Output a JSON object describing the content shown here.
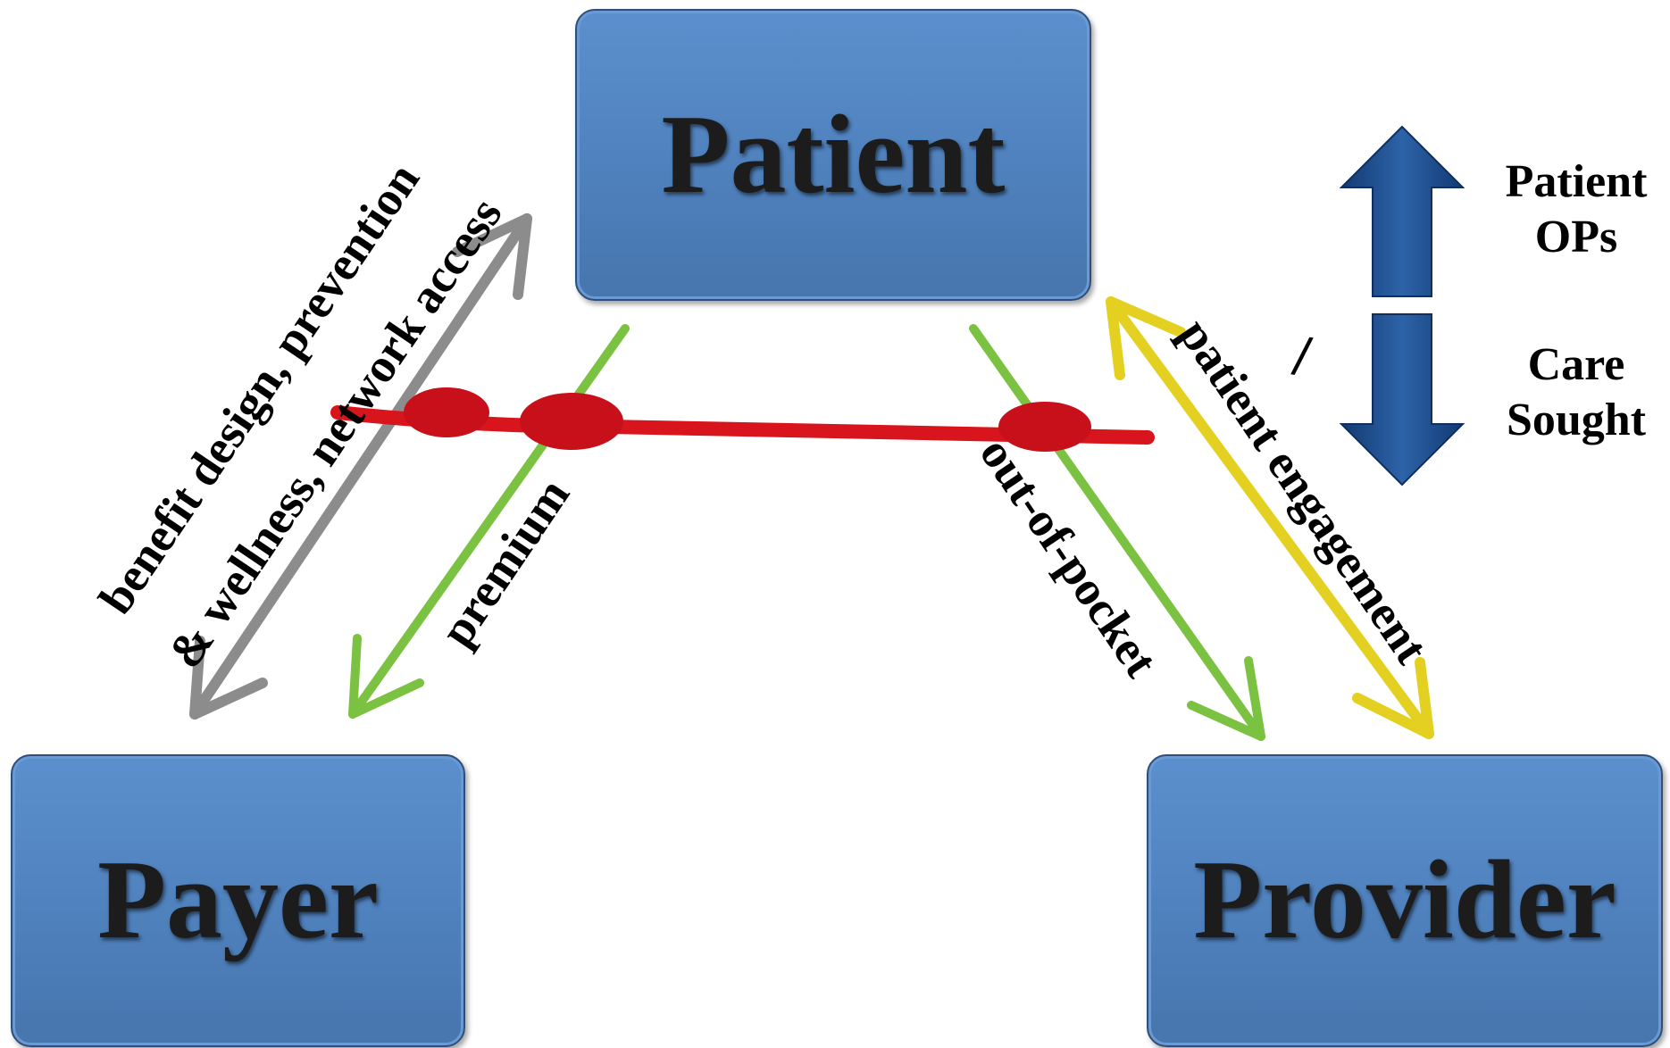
{
  "nodes": {
    "patient": "Patient",
    "payer": "Payer",
    "provider": "Provider"
  },
  "edges": {
    "payer_patient": "benefit design, prevention",
    "payer_patient_2": "& wellness, network access",
    "premium": "premium",
    "out_of_pocket": "out-of-pocket",
    "patient_engagement": "patient engagement"
  },
  "legend": {
    "up_line1": "Patient",
    "up_line2": "OPs",
    "separator": "/",
    "down_line1": "Care",
    "down_line2": "Sought"
  },
  "colors": {
    "box": "#4f81bd",
    "gray_arrow": "#8c8c8c",
    "green_arrow": "#7cc242",
    "yellow_arrow": "#e3d020",
    "rope": "#d8141d",
    "legend_arrow": "#1f4f8f"
  }
}
